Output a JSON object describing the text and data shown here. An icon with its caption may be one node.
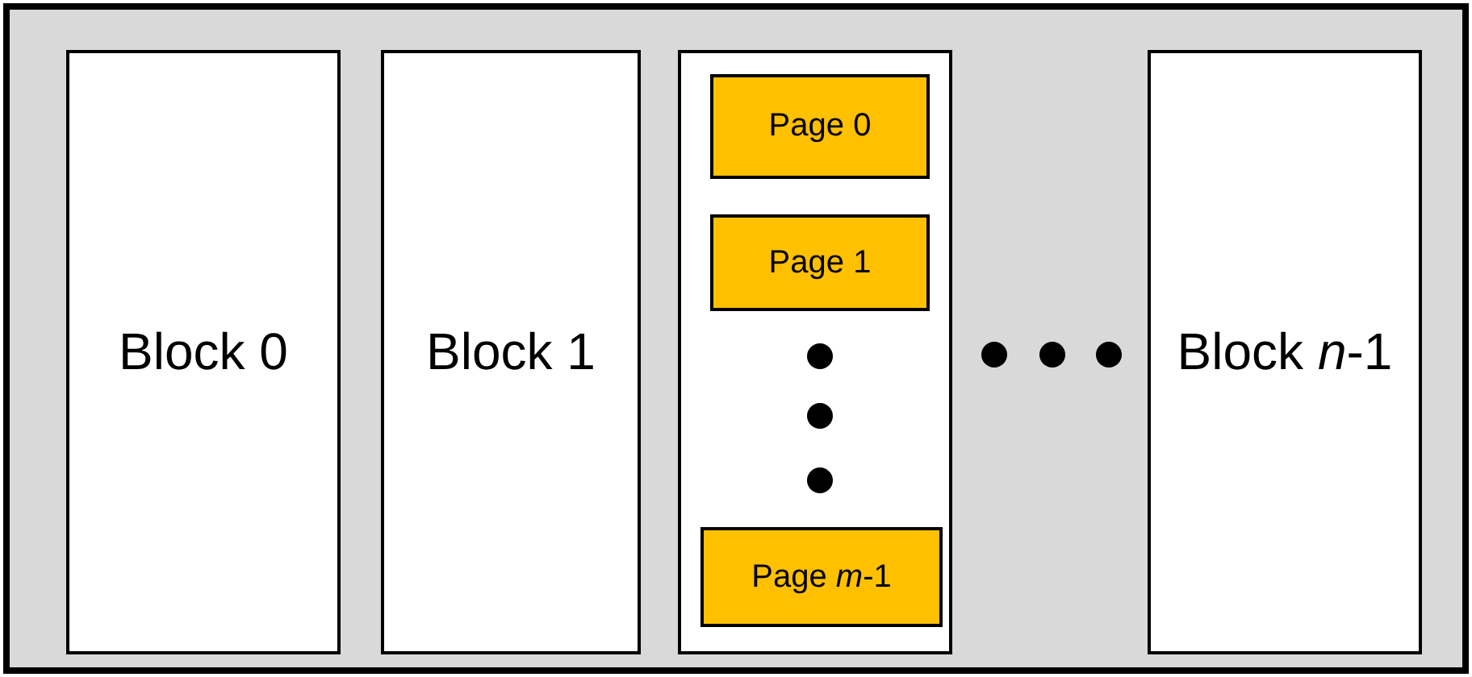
{
  "diagram": {
    "nodes": [
      {
        "text": [],
        "shape": "box"
      },
      {
        "text": [
          "Block 0"
        ],
        "in": 0
      },
      {
        "text": [
          "Block 1"
        ],
        "in": 0
      },
      {
        "text": [],
        "shape": "box",
        "in": 0
      },
      {
        "text": [
          "Page 0"
        ],
        "in": 3
      },
      {
        "text": [
          "Page 1"
        ],
        "in": 3
      },
      {
        "text": [
          "Page *m*-1"
        ],
        "in": 3
      },
      {
        "text": [
          "Block *n*-1"
        ],
        "in": 0
      }
    ]
  }
}
